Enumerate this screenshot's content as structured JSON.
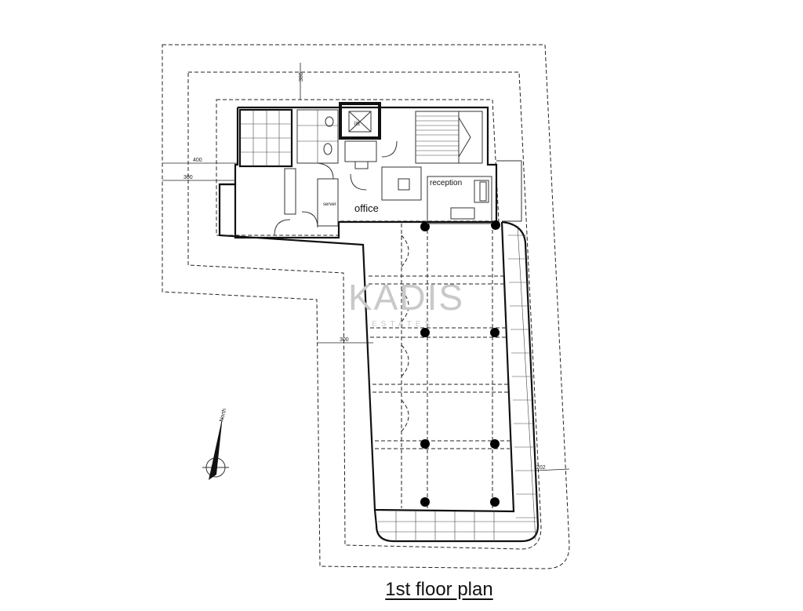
{
  "title": "1st floor plan",
  "rooms": {
    "office": "office",
    "reception": "reception",
    "server": "server",
    "lift": "lift",
    "wc": "WC"
  },
  "dimensions": {
    "d380": "380",
    "d400": "400",
    "d300_top": "300",
    "d300_mid": "300",
    "d202": "202"
  },
  "watermark": {
    "brand": "KADIS",
    "sub": "ESTATES"
  },
  "north_label": "North",
  "colors": {
    "line": "#111111",
    "watermark": "#c9c9c9"
  }
}
